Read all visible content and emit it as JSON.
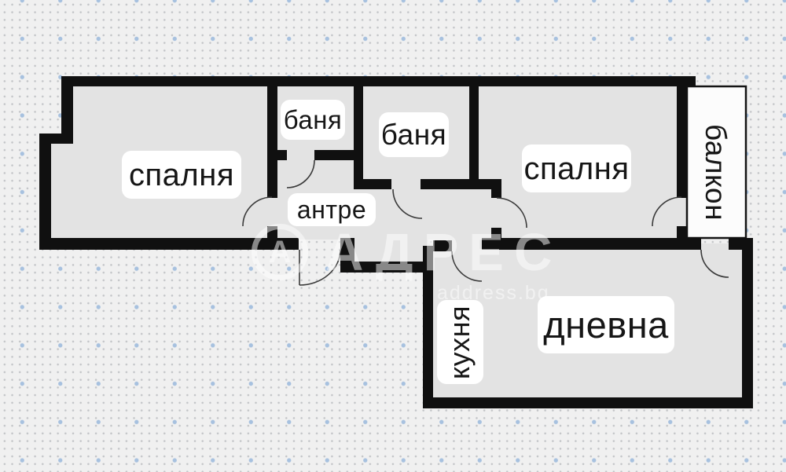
{
  "watermark": {
    "logo_letter": "А",
    "brand": "АДРЕС",
    "site": "address.bg"
  },
  "colors": {
    "wall": "#101010",
    "floor": "#e3e3e3",
    "balcony_fill": "#fcfcfc",
    "background": "#f0f0f0",
    "dot_small": "#c2c4c7",
    "dot_blue": "#a7c1df",
    "label_bg": "#ffffff",
    "label_text": "#161616"
  },
  "rooms": [
    {
      "id": "bedroom-1",
      "label": "спалня"
    },
    {
      "id": "bath-1",
      "label": "баня"
    },
    {
      "id": "bath-2",
      "label": "баня"
    },
    {
      "id": "hallway",
      "label": "антре"
    },
    {
      "id": "bedroom-2",
      "label": "спалня"
    },
    {
      "id": "balcony",
      "label": "балкон"
    },
    {
      "id": "kitchen",
      "label": "кухня"
    },
    {
      "id": "living-room",
      "label": "дневна"
    }
  ]
}
